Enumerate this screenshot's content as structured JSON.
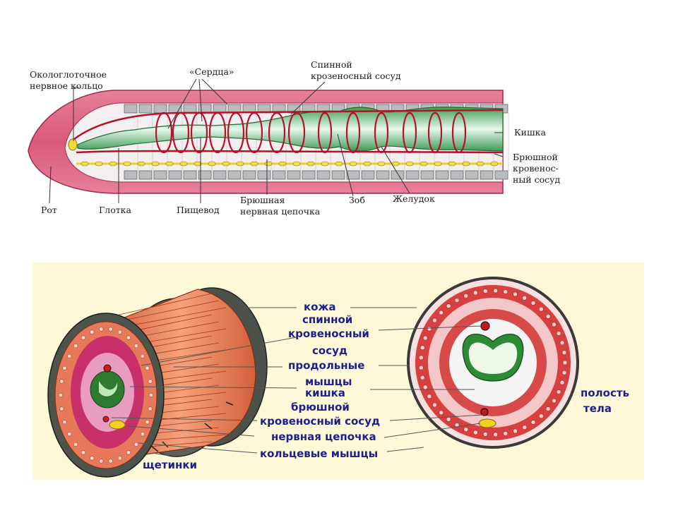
{
  "top": {
    "labels": {
      "nerve_ring_1": "Окологлоточное",
      "nerve_ring_2": "нервное кольцо",
      "hearts": "«Сердца»",
      "dorsal_vessel_1": "Спинной",
      "dorsal_vessel_2": "крозеносный сосуд",
      "intestine": "Кишка",
      "ventral_vessel_1": "Брюшной",
      "ventral_vessel_2": "кровенос-",
      "ventral_vessel_3": "ный сосуд",
      "mouth": "Рот",
      "pharynx": "Глотка",
      "esophagus": "Пищевод",
      "nerve_cord_1": "Брюшная",
      "nerve_cord_2": "нервная цепочка",
      "crop": "Зоб",
      "gizzard": "Желудок"
    }
  },
  "bottom": {
    "labels": {
      "skin": "кожа",
      "dorsal_1": "спинной",
      "dorsal_2": "кровеносный",
      "dorsal_3": "сосуд",
      "longitudinal_1": "продольные",
      "longitudinal_2": "мышцы",
      "intestine": "кишка",
      "ventral_1": "брюшной",
      "ventral_2": "кровеносный сосуд",
      "nerve_cord": "нервная цепочка",
      "circular": "кольцевые мышцы",
      "setae": "щетинки",
      "cavity_1": "полость",
      "cavity_2": "тела"
    },
    "colors": {
      "panel": "#fcf8d8",
      "label": "#1e1e8c",
      "muscle": "#e8785a",
      "gut": "#3c9a3c",
      "skin": "#5a625a"
    }
  }
}
